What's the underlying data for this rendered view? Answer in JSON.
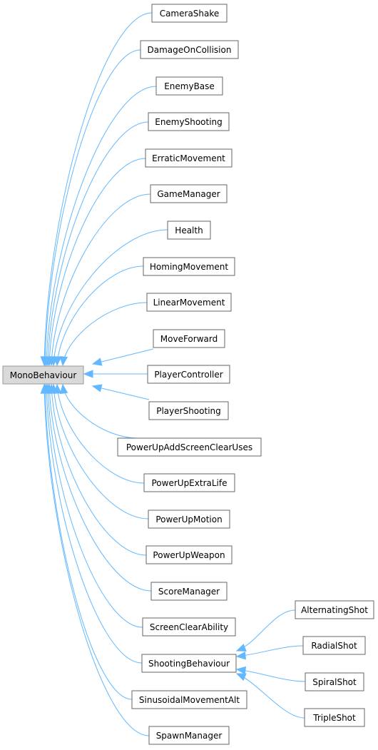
{
  "diagram": {
    "base": "MonoBehaviour",
    "subclasses": [
      "CameraShake",
      "DamageOnCollision",
      "EnemyBase",
      "EnemyShooting",
      "ErraticMovement",
      "GameManager",
      "Health",
      "HomingMovement",
      "LinearMovement",
      "MoveForward",
      "PlayerController",
      "PlayerShooting",
      "PowerUpAddScreenClearUses",
      "PowerUpExtraLife",
      "PowerUpMotion",
      "PowerUpWeapon",
      "ScoreManager",
      "ScreenClearAbility",
      "ShootingBehaviour",
      "SinusoidalMovementAlt",
      "SpawnManager"
    ],
    "shooting_subclasses": [
      "AlternatingShot",
      "RadialShot",
      "SpiralShot",
      "TripleShot"
    ],
    "colors": {
      "edge": "#63b8ff",
      "base_fill": "#d9d9d9",
      "node_border": "#666666"
    }
  }
}
